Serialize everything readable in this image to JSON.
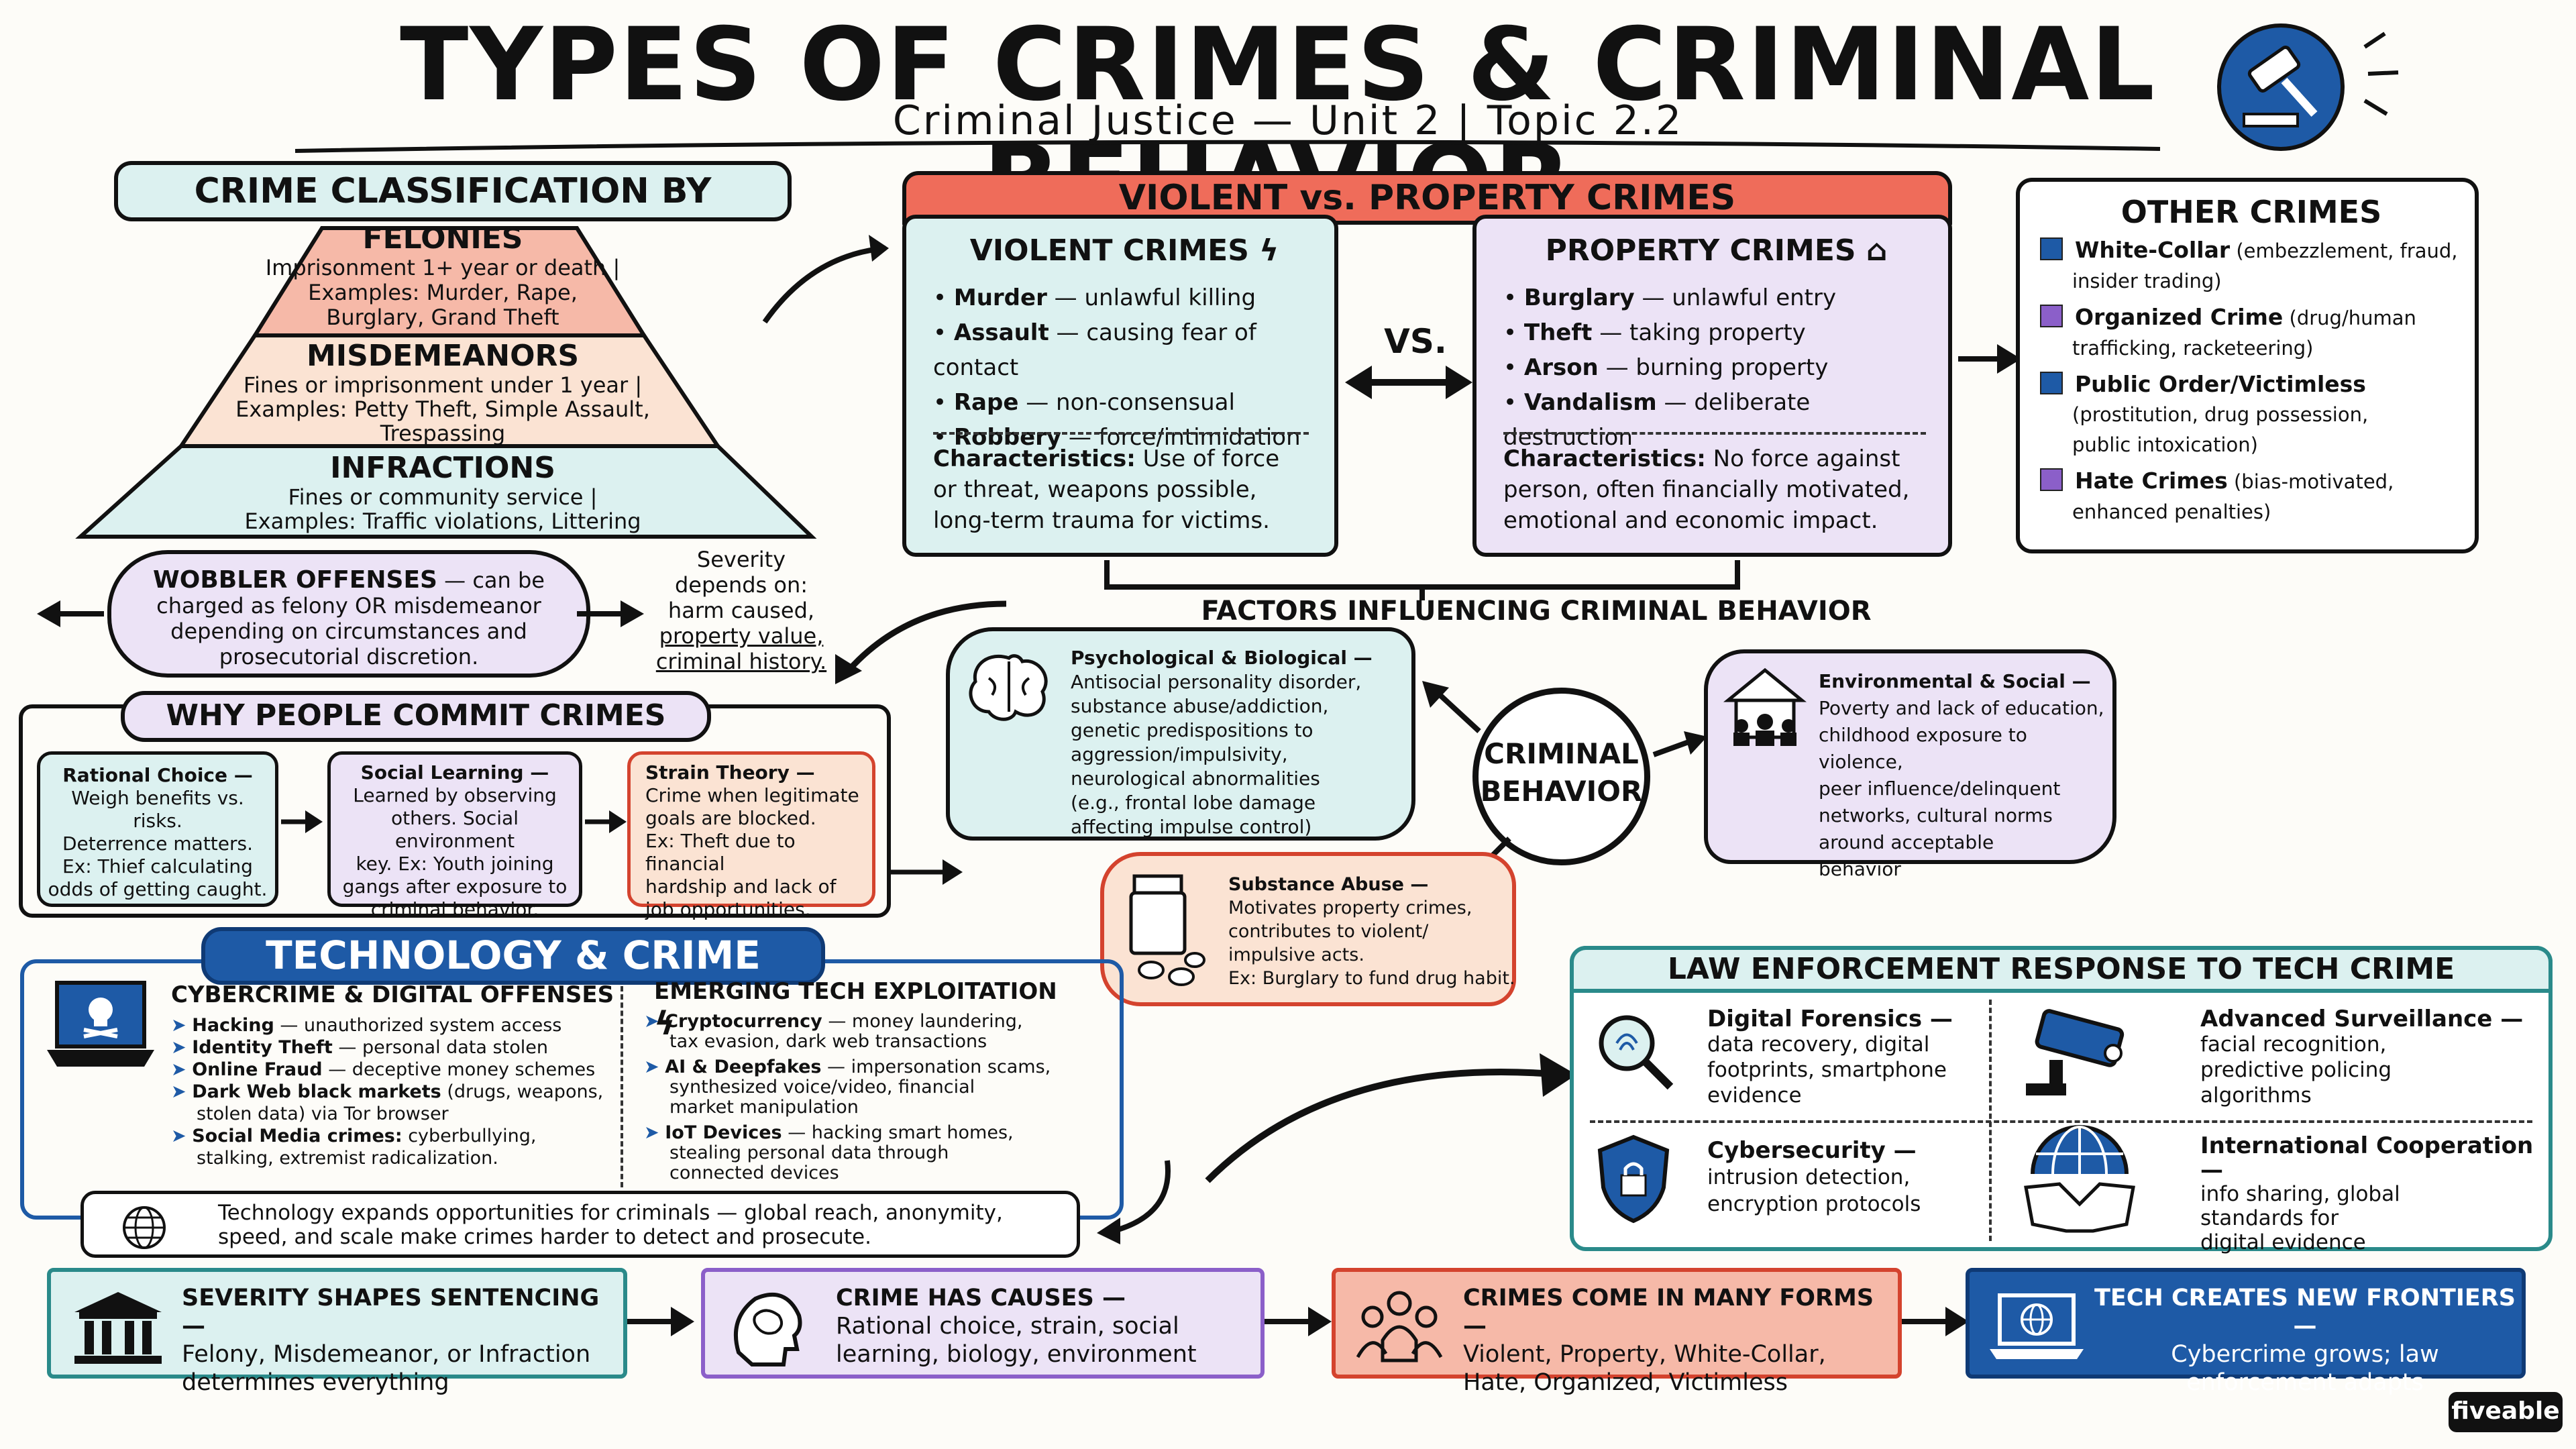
{
  "title": "TYPES OF CRIMES & CRIMINAL BEHAVIOR",
  "subtitle": "Criminal Justice — Unit 2 | Topic 2.2",
  "colors": {
    "teal": "#dcf1f0",
    "salmon": "#f6b9a8",
    "peach": "#fbe3d3",
    "lavender": "#ece3f6",
    "blue": "#1e5aa6",
    "red": "#ef6c5a",
    "purple": "#8b5fc9"
  },
  "severity": {
    "header": "CRIME CLASSIFICATION BY SEVERITY",
    "felonies": {
      "title": "FELONIES",
      "line1": "Imprisonment 1+ year or death |",
      "line2": "Examples: Murder, Rape,",
      "line3": "Burglary, Grand Theft"
    },
    "misdemeanors": {
      "title": "MISDEMEANORS",
      "line1": "Fines or imprisonment under 1 year |",
      "line2": "Examples: Petty Theft, Simple Assault,",
      "line3": "Trespassing"
    },
    "infractions": {
      "title": "INFRACTIONS",
      "line1": "Fines or community service |",
      "line2": "Examples: Traffic violations, Littering"
    }
  },
  "wobbler": {
    "bold": "WOBBLER OFFENSES",
    "text1": " — can be",
    "text2": "charged as felony OR misdemeanor",
    "text3": "depending on circumstances and",
    "text4": "prosecutorial discretion."
  },
  "severity_depends": {
    "l1": "Severity",
    "l2": "depends on:",
    "l3": "harm caused,",
    "l4": "property value,",
    "l5": "criminal history."
  },
  "why": {
    "header": "WHY PEOPLE COMMIT CRIMES",
    "rational": {
      "title": "Rational Choice —",
      "l1": "Weigh benefits vs. risks.",
      "l2": "Deterrence matters.",
      "l3": "Ex: Thief calculating",
      "l4": "odds of getting caught."
    },
    "social": {
      "title": "Social Learning —",
      "l1": "Learned by observing",
      "l2": "others. Social environment",
      "l3": "key. Ex: Youth joining",
      "l4": "gangs after exposure to",
      "l5": "criminal behavior."
    },
    "strain": {
      "title": "Strain Theory —",
      "l1": "Crime when legitimate",
      "l2": "goals are blocked.",
      "l3": "Ex: Theft due to financial",
      "l4": "hardship and lack of",
      "l5": "job opportunities."
    }
  },
  "vp": {
    "header": "VIOLENT vs. PROPERTY CRIMES",
    "violent": {
      "title": "VIOLENT CRIMES",
      "items": [
        {
          "b": "Murder",
          "t": " — unlawful killing"
        },
        {
          "b": "Assault",
          "t": " — causing fear of contact"
        },
        {
          "b": "Rape",
          "t": " — non-consensual"
        },
        {
          "b": "Robbery",
          "t": " — force/intimidation"
        }
      ],
      "char_b": "Characteristics:",
      "char1": " Use of force",
      "char2": "or threat, weapons possible,",
      "char3": "long-term trauma for victims."
    },
    "vs": "VS.",
    "property": {
      "title": "PROPERTY CRIMES",
      "items": [
        {
          "b": "Burglary",
          "t": " — unlawful entry"
        },
        {
          "b": "Theft",
          "t": " — taking property"
        },
        {
          "b": "Arson",
          "t": " — burning property"
        },
        {
          "b": "Vandalism",
          "t": " — deliberate destruction"
        }
      ],
      "char_b": "Characteristics:",
      "char1": " No force against",
      "char2": "person, often financially motivated,",
      "char3": "emotional and economic impact."
    }
  },
  "other": {
    "header": "OTHER CRIMES",
    "items": [
      {
        "b": "White-Collar",
        "t1": " (embezzlement, fraud,",
        "t2": "insider trading)",
        "color": "#1e5aa6"
      },
      {
        "b": "Organized Crime",
        "t1": " (drug/human",
        "t2": "trafficking, racketeering)",
        "color": "#8b5fc9"
      },
      {
        "b": "Public Order/Victimless",
        "t1": "",
        "t2": "(prostitution, drug possession,",
        "t3": "public intoxication)",
        "color": "#1e5aa6"
      },
      {
        "b": "Hate Crimes",
        "t1": " (bias-motivated,",
        "t2": "enhanced penalties)",
        "color": "#8b5fc9"
      }
    ]
  },
  "factors": {
    "header": "FACTORS INFLUENCING CRIMINAL BEHAVIOR",
    "center1": "CRIMINAL",
    "center2": "BEHAVIOR",
    "psych": {
      "title": "Psychological & Biological —",
      "l1": "Antisocial personality disorder,",
      "l2": "substance abuse/addiction,",
      "l3": "genetic predispositions to",
      "l4": "aggression/impulsivity,",
      "l5": "neurological abnormalities",
      "l6": "(e.g., frontal lobe damage",
      "l7": "affecting impulse control)"
    },
    "env": {
      "title": "Environmental & Social —",
      "l1": "Poverty and lack of education,",
      "l2": "childhood exposure to violence,",
      "l3": "peer influence/delinquent",
      "l4": "networks, cultural norms",
      "l5": "around acceptable",
      "l6": "behavior"
    },
    "subst": {
      "title": "Substance Abuse —",
      "l1": "Motivates property crimes,",
      "l2": "contributes to violent/",
      "l3": "impulsive acts.",
      "l4": "Ex: Burglary to fund drug habit."
    }
  },
  "tech": {
    "header": "TECHNOLOGY & CRIME",
    "cyber": {
      "title": "CYBERCRIME & DIGITAL OFFENSES",
      "items": [
        {
          "b": "Hacking",
          "t": " — unauthorized system access"
        },
        {
          "b": "Identity Theft",
          "t": " — personal data stolen"
        },
        {
          "b": "Online Fraud",
          "t": " — deceptive money schemes"
        },
        {
          "b": "Dark Web black markets",
          "t": " (drugs, weapons,",
          "t2": "stolen data) via Tor browser"
        },
        {
          "b": "Social Media crimes:",
          "t": " cyberbullying,",
          "t2": "stalking, extremist radicalization."
        }
      ]
    },
    "emerging": {
      "title": "EMERGING TECH EXPLOITATION",
      "items": [
        {
          "b": "Cryptocurrency",
          "t": " — money laundering,",
          "t2": "tax evasion, dark web transactions"
        },
        {
          "b": "AI & Deepfakes",
          "t": " — impersonation scams,",
          "t2": "synthesized voice/video, financial",
          "t3": "market manipulation"
        },
        {
          "b": "IoT Devices",
          "t": " — hacking smart homes,",
          "t2": "stealing personal data through",
          "t3": "connected devices"
        }
      ]
    },
    "footer1": "Technology expands opportunities for criminals — global reach, anonymity,",
    "footer2": "speed, and scale make crimes harder to detect and prosecute."
  },
  "law": {
    "header": "LAW ENFORCEMENT RESPONSE TO TECH CRIME",
    "forensics": {
      "title": "Digital Forensics —",
      "l1": "data recovery, digital",
      "l2": "footprints, smartphone",
      "l3": "evidence"
    },
    "surveillance": {
      "title": "Advanced Surveillance —",
      "l1": "facial recognition,",
      "l2": "predictive policing",
      "l3": "algorithms"
    },
    "cyber": {
      "title": "Cybersecurity —",
      "l1": "intrusion detection,",
      "l2": "encryption protocols"
    },
    "intl": {
      "title": "International Cooperation —",
      "l1": "info sharing, global",
      "l2": "standards for",
      "l3": "digital evidence"
    }
  },
  "bottom": [
    {
      "title": "SEVERITY SHAPES SENTENCING —",
      "l1": "Felony, Misdemeanor, or Infraction",
      "l2": "determines everything"
    },
    {
      "title": "CRIME HAS CAUSES —",
      "l1": "Rational choice, strain, social",
      "l2": "learning, biology, environment"
    },
    {
      "title": "CRIMES COME IN MANY FORMS —",
      "l1": "Violent, Property, White-Collar,",
      "l2": "Hate, Organized, Victimless"
    },
    {
      "title": "TECH CREATES NEW FRONTIERS —",
      "l1": "Cybercrime grows; law",
      "l2": "enforcement adapts"
    }
  ],
  "brand": "fiveable"
}
